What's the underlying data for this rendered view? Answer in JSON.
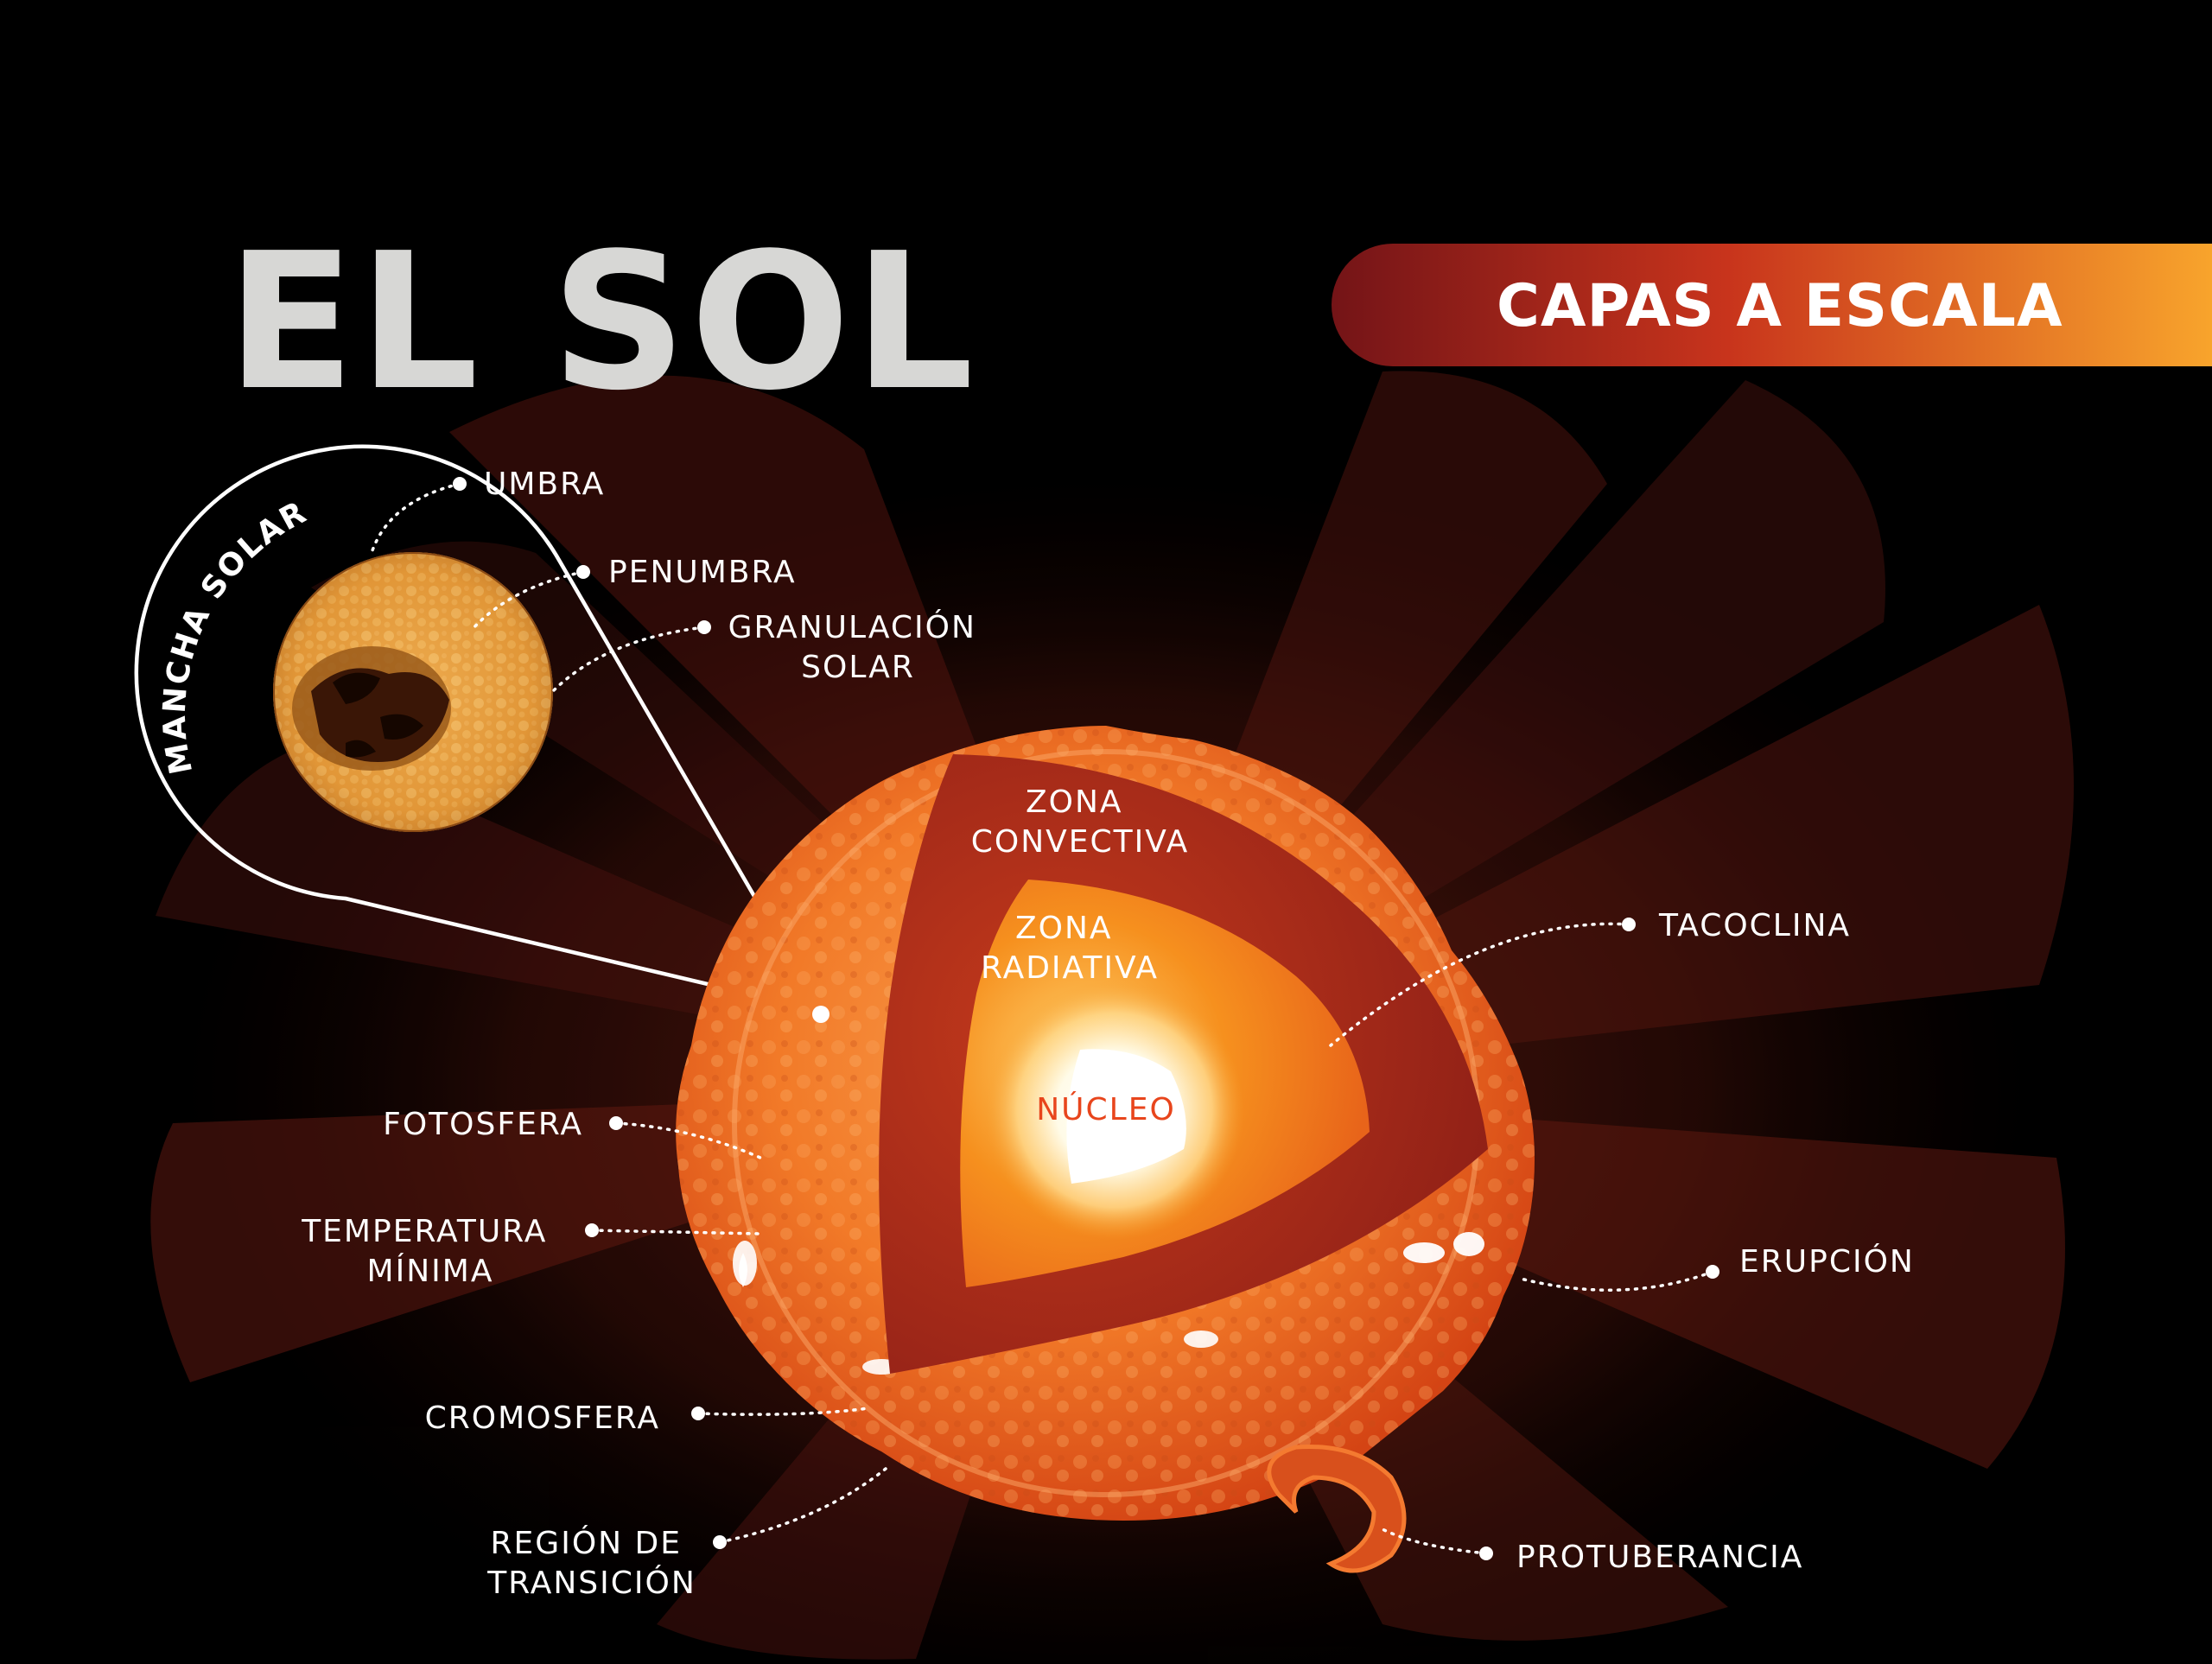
{
  "title": "EL SOL",
  "banner": "CAPAS A ESCALA",
  "inset_label": "MANCHA SOLAR",
  "labels": {
    "umbra": "UMBRA",
    "penumbra": "PENUMBRA",
    "granulacion_1": "GRANULACIÓN",
    "granulacion_2": "SOLAR",
    "tacoclina": "TACOCLINA",
    "fotosfera": "FOTOSFERA",
    "temperatura_1": "TEMPERATURA",
    "temperatura_2": "MÍNIMA",
    "erupcion": "ERUPCIÓN",
    "cromosfera": "CROMOSFERA",
    "region_1": "REGIÓN DE",
    "region_2": "TRANSICIÓN",
    "protuberancia": "PROTUBERANCIA"
  },
  "layers": {
    "zona_convectiva_1": "ZONA",
    "zona_convectiva_2": "CONVECTIVA",
    "zona_radiativa_1": "ZONA",
    "zona_radiativa_2": "RADIATIVA",
    "nucleo": "NÚCLEO"
  },
  "colors": {
    "background": "#000000",
    "title": "#d7d7d5",
    "banner_start": "#7a1518",
    "banner_end": "#f6a02c",
    "photosphere": "#f06a1c",
    "convective_zone": "#a82a1a",
    "radiative_zone": "#f58a1e",
    "core": "#ffffff",
    "core_label": "#e8451c"
  }
}
